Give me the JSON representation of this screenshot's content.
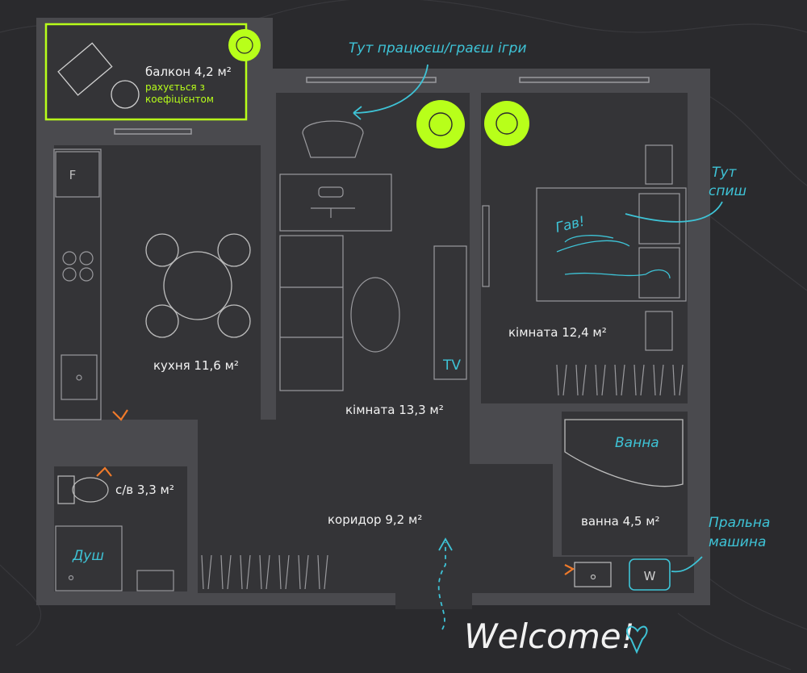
{
  "rooms": {
    "balcony": {
      "label": "балкон 4,2 м²",
      "note_line1": "рахується з",
      "note_line2": "коефіцієнтом"
    },
    "kitchen": {
      "label": "кухня 11,6 м²"
    },
    "room1": {
      "label": "кімната 13,3 м²"
    },
    "room2": {
      "label": "кімната 12,4 м²"
    },
    "wc": {
      "label": "с/в 3,3 м²"
    },
    "corridor": {
      "label": "коридор 9,2 м²"
    },
    "bath": {
      "label": "ванна 4,5 м²"
    }
  },
  "fixtures": {
    "fridge": "F",
    "tv": "TV",
    "washer": "W"
  },
  "annotations": {
    "work": "Тут працюєш/граєш ігри",
    "sleep_line1": "Тут",
    "sleep_line2": "спиш",
    "dog": "Гав!",
    "bathtub": "Ванна",
    "washer_line1": "Пральна",
    "washer_line2": "машина",
    "shower": "Душ",
    "welcome": "Welcome!"
  },
  "colors": {
    "background": "#2a2a2d",
    "floor": "#3a3a3d",
    "wall": "#4a4a4e",
    "accent_green": "#b8ff1a",
    "accent_cyan": "#3ec3d6",
    "accent_orange": "#f07a2a"
  }
}
